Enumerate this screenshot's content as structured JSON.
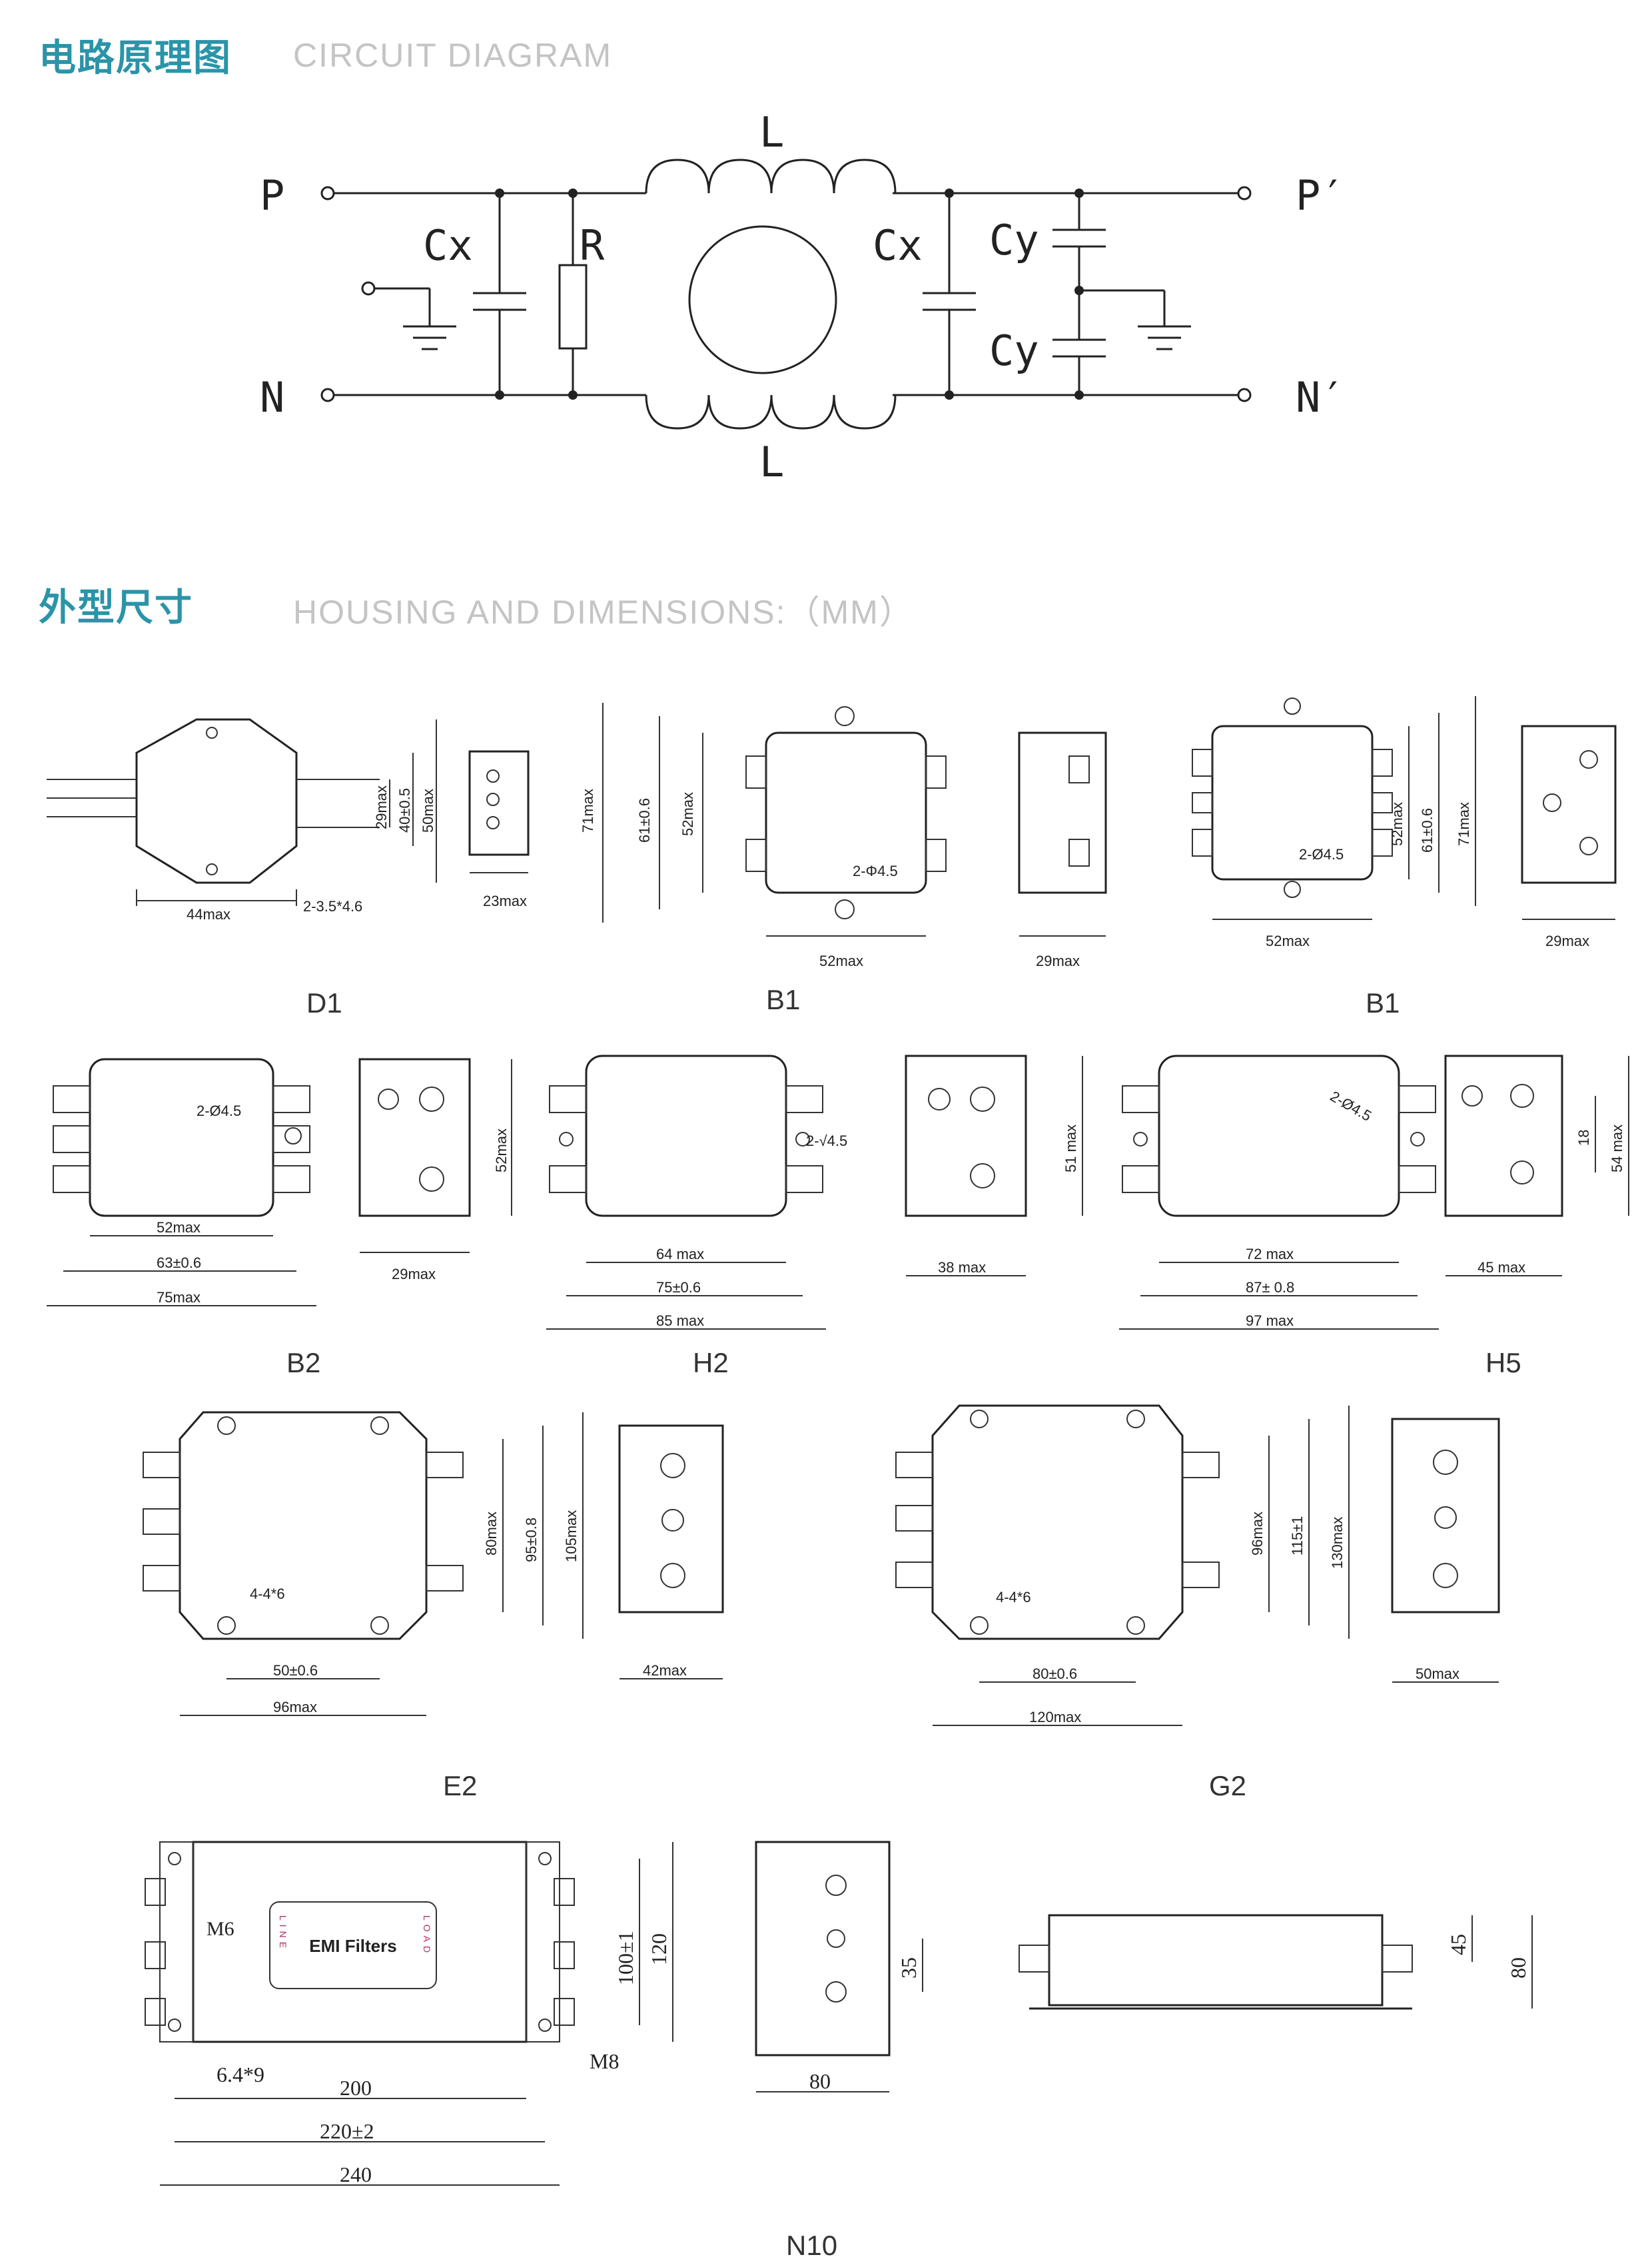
{
  "sections": {
    "circuit": {
      "title_zh": "电路原理图",
      "title_en": "CIRCUIT DIAGRAM"
    },
    "housing": {
      "title_zh": "外型尺寸",
      "title_en": "HOUSING AND DIMENSIONS:（MM）"
    }
  },
  "circuit": {
    "terminals": {
      "p_in": "P",
      "n_in": "N",
      "p_out": "P′",
      "n_out": "N′"
    },
    "labels": {
      "inductor_top": "L",
      "inductor_bottom": "L",
      "cx_in": "Cx",
      "resistor": "R",
      "cx_out": "Cx",
      "cy_top": "Cy",
      "cy_bottom": "Cy"
    }
  },
  "models": {
    "d1": {
      "name": "D1",
      "dims": [
        "44max",
        "2-3.5*4.6",
        "29max",
        "40±0.5",
        "50max",
        "23max"
      ]
    },
    "b1a": {
      "name": "B1",
      "dims": [
        "71max",
        "61±0.6",
        "52max",
        "2-Φ4.5",
        "52max",
        "29max"
      ]
    },
    "b1b": {
      "name": "B1",
      "dims": [
        "2-Ø4.5",
        "52max",
        "61±0.6",
        "71max",
        "52max",
        "29max"
      ]
    },
    "b2": {
      "name": "B2",
      "dims": [
        "2-Ø4.5",
        "52max",
        "63±0.6",
        "75max",
        "29max",
        "52max"
      ]
    },
    "h2": {
      "name": "H2",
      "dims": [
        "2-√4.5",
        "64 max",
        "75±0.6",
        "85 max",
        "38 max",
        "51 max"
      ]
    },
    "h5": {
      "name": "H5",
      "dims": [
        "2-Ø4.5",
        "72 max",
        "87± 0.8",
        "97 max",
        "45 max",
        "18",
        "54 max"
      ]
    },
    "e2": {
      "name": "E2",
      "dims": [
        "4-4*6",
        "50±0.6",
        "96max",
        "80max",
        "95±0.8",
        "105max",
        "42max"
      ]
    },
    "g2": {
      "name": "G2",
      "dims": [
        "4-4*6",
        "80±0.6",
        "120max",
        "96max",
        "115±1",
        "130max",
        "50max"
      ]
    },
    "n10": {
      "name": "N10",
      "plate_title": "EMI Filters",
      "plate_left": "LINE",
      "plate_right": "LOAD",
      "dims": [
        "M6",
        "6.4*9",
        "M8",
        "200",
        "220±2",
        "240",
        "100±1",
        "120",
        "35",
        "80",
        "45",
        "80"
      ]
    }
  }
}
